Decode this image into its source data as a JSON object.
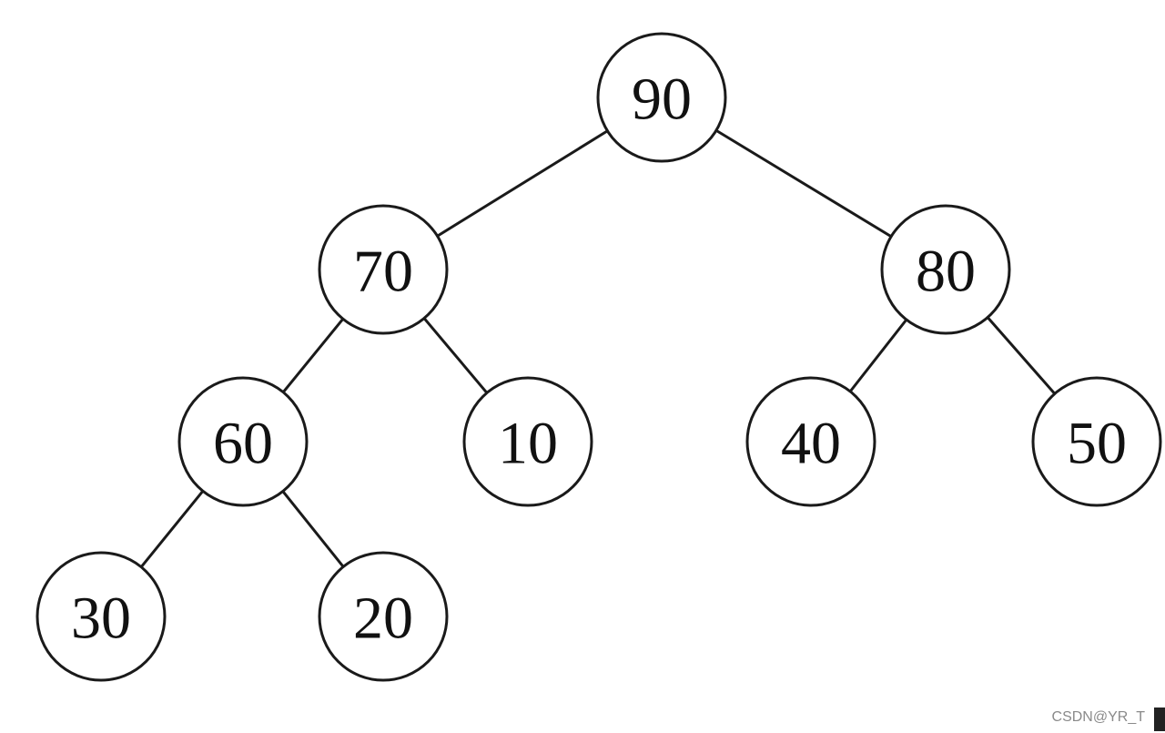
{
  "tree": {
    "nodes": [
      {
        "id": "n90",
        "label": "90"
      },
      {
        "id": "n70",
        "label": "70"
      },
      {
        "id": "n80",
        "label": "80"
      },
      {
        "id": "n60",
        "label": "60"
      },
      {
        "id": "n10",
        "label": "10"
      },
      {
        "id": "n40",
        "label": "40"
      },
      {
        "id": "n50",
        "label": "50"
      },
      {
        "id": "n30",
        "label": "30"
      },
      {
        "id": "n20",
        "label": "20"
      }
    ],
    "edges": [
      {
        "from": "n90",
        "to": "n70"
      },
      {
        "from": "n90",
        "to": "n80"
      },
      {
        "from": "n70",
        "to": "n60"
      },
      {
        "from": "n70",
        "to": "n10"
      },
      {
        "from": "n80",
        "to": "n40"
      },
      {
        "from": "n80",
        "to": "n50"
      },
      {
        "from": "n60",
        "to": "n30"
      },
      {
        "from": "n60",
        "to": "n20"
      }
    ]
  },
  "watermark": {
    "text": "CSDN@YR_T"
  }
}
